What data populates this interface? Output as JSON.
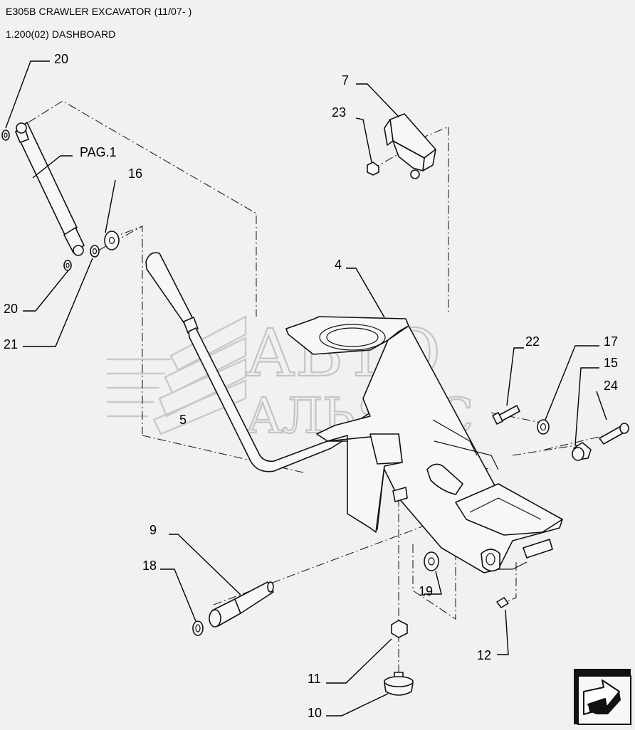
{
  "header": {
    "title": "E305B CRAWLER EXCAVATOR (11/07- )",
    "subtitle": "1.200(02) DASHBOARD"
  },
  "watermark": {
    "line1": "АВТО",
    "line2": "АЛЬЯНС"
  },
  "callouts": {
    "c20a": "20",
    "pag1": "PAG.1",
    "c16": "16",
    "c7": "7",
    "c23": "23",
    "c20b": "20",
    "c21": "21",
    "c4": "4",
    "c22": "22",
    "c17": "17",
    "c15": "15",
    "c24": "24",
    "c5": "5",
    "c9": "9",
    "c18": "18",
    "c19": "19",
    "c12": "12",
    "c11": "11",
    "c10": "10"
  },
  "colors": {
    "background": "#f1f1f1",
    "line": "#111111",
    "watermark": "#c9c9c9"
  },
  "icons": {
    "nav": "next-page-arrow-icon"
  }
}
